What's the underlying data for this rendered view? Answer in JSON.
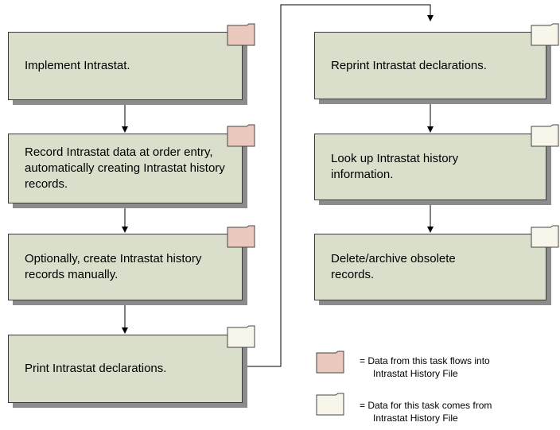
{
  "steps_left": [
    {
      "label": "Implement Intrastat.",
      "icon": "folder-flows-into-icon"
    },
    {
      "label": "Record Intrastat data at order entry, automatically creating Intrastat history records.",
      "icon": "folder-flows-into-icon"
    },
    {
      "label": "Optionally, create Intrastat history records manually.",
      "icon": "folder-flows-into-icon"
    },
    {
      "label": "Print Intrastat declarations.",
      "icon": "folder-comes-from-icon"
    }
  ],
  "steps_right": [
    {
      "label": "Reprint Intrastat declarations.",
      "icon": "folder-comes-from-icon"
    },
    {
      "label": "Look up Intrastat history information.",
      "icon": "folder-comes-from-icon"
    },
    {
      "label": "Delete/archive obsolete records.",
      "icon": "folder-comes-from-icon"
    }
  ],
  "legend": {
    "flows_into": "=   Data from this task flows into\n     Intrastat History File",
    "flows_into_line1": "=   Data from this task flows into",
    "flows_into_line2": "Intrastat History File",
    "comes_from_line1": "=   Data for this task comes from",
    "comes_from_line2": "Intrastat History File"
  },
  "colors": {
    "box_fill": "#d9dfca",
    "box_shadow": "#8c8c8c",
    "folder_flows_into": "#ebc8be",
    "folder_comes_from": "#f8f6ea"
  }
}
